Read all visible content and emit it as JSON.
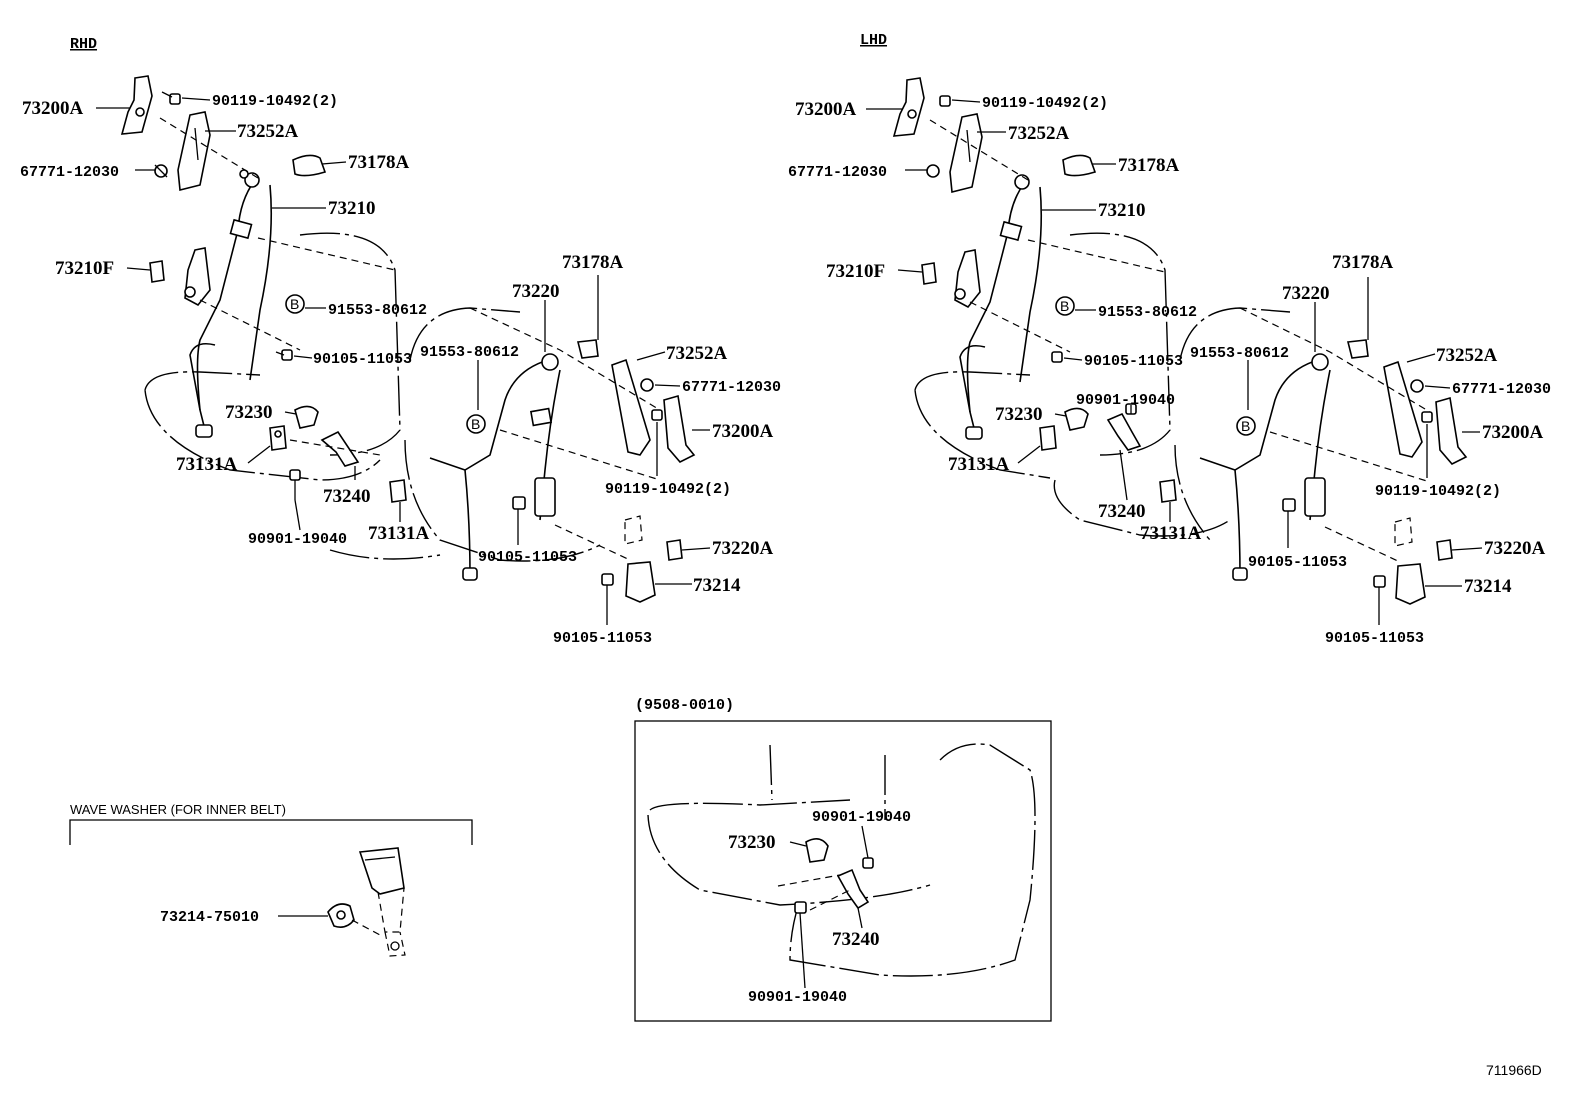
{
  "headers": {
    "rhd": "RHD",
    "lhd": "LHD",
    "inset_range": "(9508-0010)",
    "wave_washer": "WAVE WASHER (FOR INNER BELT)",
    "ref_code": "711966D"
  },
  "parts": {
    "p73200A": "73200A",
    "p73252A": "73252A",
    "p73178A": "73178A",
    "p73210": "73210",
    "p73210F": "73210F",
    "p73220": "73220",
    "p73230": "73230",
    "p73131A": "73131A",
    "p73240": "73240",
    "p73220A": "73220A",
    "p73214": "73214",
    "bolt_90119": "90119-10492(2)",
    "bolt_67771": "67771-12030",
    "bolt_91553": "91553-80612",
    "bolt_90105": "90105-11053",
    "bolt_90901": "90901-19040",
    "washer_73214": "73214-75010",
    "circle_b": "B"
  }
}
